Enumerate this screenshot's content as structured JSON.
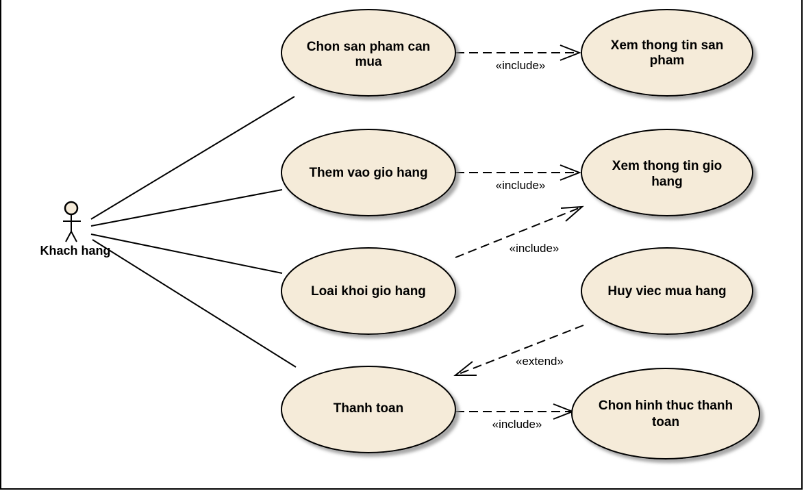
{
  "diagram": {
    "actor": {
      "name": "Khach hang",
      "icon": "stick-figure-icon"
    },
    "colors": {
      "usecase_fill": "#f5ebd9",
      "usecase_stroke": "#000000",
      "line": "#000000",
      "frame": "#000000"
    },
    "use_cases": [
      {
        "id": "uc-chon-san-pham",
        "lines": [
          "Chon san pham can",
          "mua"
        ]
      },
      {
        "id": "uc-xem-thong-tin-san-pham",
        "lines": [
          "Xem thong tin san",
          "pham"
        ]
      },
      {
        "id": "uc-them-vao-gio-hang",
        "lines": [
          "Them vao gio hang"
        ]
      },
      {
        "id": "uc-xem-thong-tin-gio-hang",
        "lines": [
          "Xem thong tin gio",
          "hang"
        ]
      },
      {
        "id": "uc-loai-khoi-gio-hang",
        "lines": [
          "Loai khoi gio hang"
        ]
      },
      {
        "id": "uc-huy-viec-mua-hang",
        "lines": [
          "Huy viec mua hang"
        ]
      },
      {
        "id": "uc-thanh-toan",
        "lines": [
          "Thanh toan"
        ]
      },
      {
        "id": "uc-chon-hinh-thuc",
        "lines": [
          "Chon hinh thuc thanh",
          "toan"
        ]
      }
    ],
    "associations": [
      {
        "from": "actor",
        "to": "uc-chon-san-pham"
      },
      {
        "from": "actor",
        "to": "uc-them-vao-gio-hang"
      },
      {
        "from": "actor",
        "to": "uc-loai-khoi-gio-hang"
      },
      {
        "from": "actor",
        "to": "uc-thanh-toan"
      }
    ],
    "dependencies": [
      {
        "from": "uc-chon-san-pham",
        "to": "uc-xem-thong-tin-san-pham",
        "stereotype": "«include»"
      },
      {
        "from": "uc-them-vao-gio-hang",
        "to": "uc-xem-thong-tin-gio-hang",
        "stereotype": "«include»"
      },
      {
        "from": "uc-loai-khoi-gio-hang",
        "to": "uc-xem-thong-tin-gio-hang",
        "stereotype": "«include»"
      },
      {
        "from": "uc-huy-viec-mua-hang",
        "to": "uc-thanh-toan",
        "stereotype": "«extend»"
      },
      {
        "from": "uc-thanh-toan",
        "to": "uc-chon-hinh-thuc",
        "stereotype": "«include»"
      }
    ]
  }
}
